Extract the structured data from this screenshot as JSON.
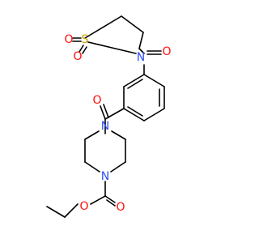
{
  "colors": {
    "bond": "#000000",
    "carbon": "#000000",
    "oxygen": "#ff0d0d",
    "nitrogen": "#3050f8",
    "sulfur": "#c8a000",
    "background": "#ffffff"
  },
  "atoms": {
    "sulfur": "S",
    "sulfonyl_o1": "O",
    "sulfonyl_o2": "O",
    "lactam_o": "O",
    "sultam_n": "N",
    "carbonyl_o": "O",
    "piperazine_n1": "N",
    "piperazine_n4": "N",
    "ester_carbonyl_o": "O",
    "ester_ether_o": "O"
  }
}
